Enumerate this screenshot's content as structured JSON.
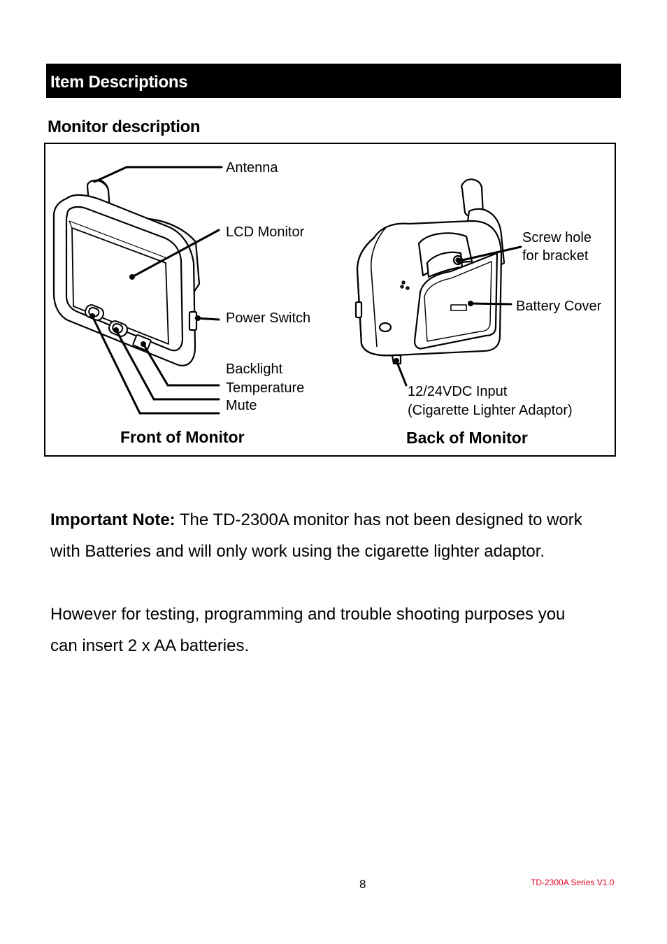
{
  "section": {
    "title": "Item Descriptions"
  },
  "subsection": {
    "title": "Monitor description"
  },
  "figure": {
    "labels": {
      "antenna": "Antenna",
      "lcd_monitor": "LCD Monitor",
      "power_switch": "Power Switch",
      "backlight": "Backlight",
      "temperature": "Temperature",
      "mute": "Mute",
      "screw_hole_line1": "Screw hole",
      "screw_hole_line2": "for bracket",
      "battery_cover": "Battery Cover",
      "input_line1": "12/24VDC Input",
      "input_line2": "(Cigarette Lighter Adaptor)"
    },
    "captions": {
      "front": "Front of Monitor",
      "back": "Back of Monitor"
    }
  },
  "note": {
    "label": "Important Note:",
    "text_line1": " The TD-2300A monitor has not been designed to work",
    "text_line2": "with Batteries and will only work using the cigarette lighter adaptor."
  },
  "paragraph2": {
    "line1": "However for testing, programming and trouble shooting purposes you",
    "line2": "can insert 2 x AA batteries."
  },
  "footer": {
    "page_number": "8",
    "doc_tag": "TD-2300A Series V1.0",
    "doc_tag_color": "#e0001b"
  }
}
